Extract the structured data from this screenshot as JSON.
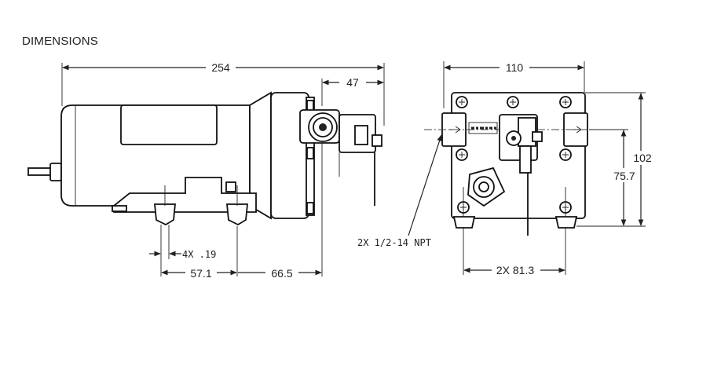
{
  "title": "DIMENSIONS",
  "dimensions": {
    "overall_length": "254",
    "outlet_offset": "47",
    "hole_spec": "4X .19",
    "mount_spacing": "57.1",
    "mount_to_port": "66.5",
    "width": "110",
    "height_total": "102",
    "height_center": "75.7",
    "port_spec": "2X 1/2-14 NPT",
    "front_mount_spacing": "2X 81.3"
  }
}
